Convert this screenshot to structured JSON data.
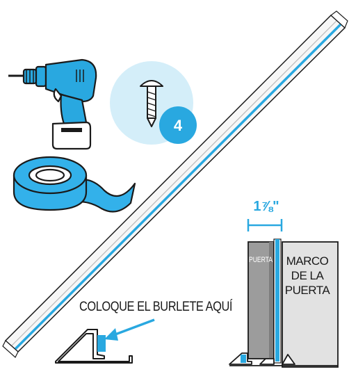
{
  "labels": {
    "screw_count": "4",
    "gap_measurement": "1⅞\"",
    "door": "PUERTA",
    "frame_line1": "MARCO",
    "frame_line2": "DE LA",
    "frame_line3": "PUERTA",
    "place_instruction": "COLOQUE EL BURLETE AQUÍ"
  },
  "colors": {
    "accent_blue": "#29a8e0",
    "light_blue_circle": "#d4eef9",
    "tape_blue": "#33b1ea",
    "door_gray": "#9c9c9c",
    "frame_gray": "#e2e2e2",
    "outline": "#1a1a1a"
  },
  "icons": [
    "drill-icon",
    "screw-icon",
    "tape-roll-icon",
    "arrow-icon"
  ]
}
